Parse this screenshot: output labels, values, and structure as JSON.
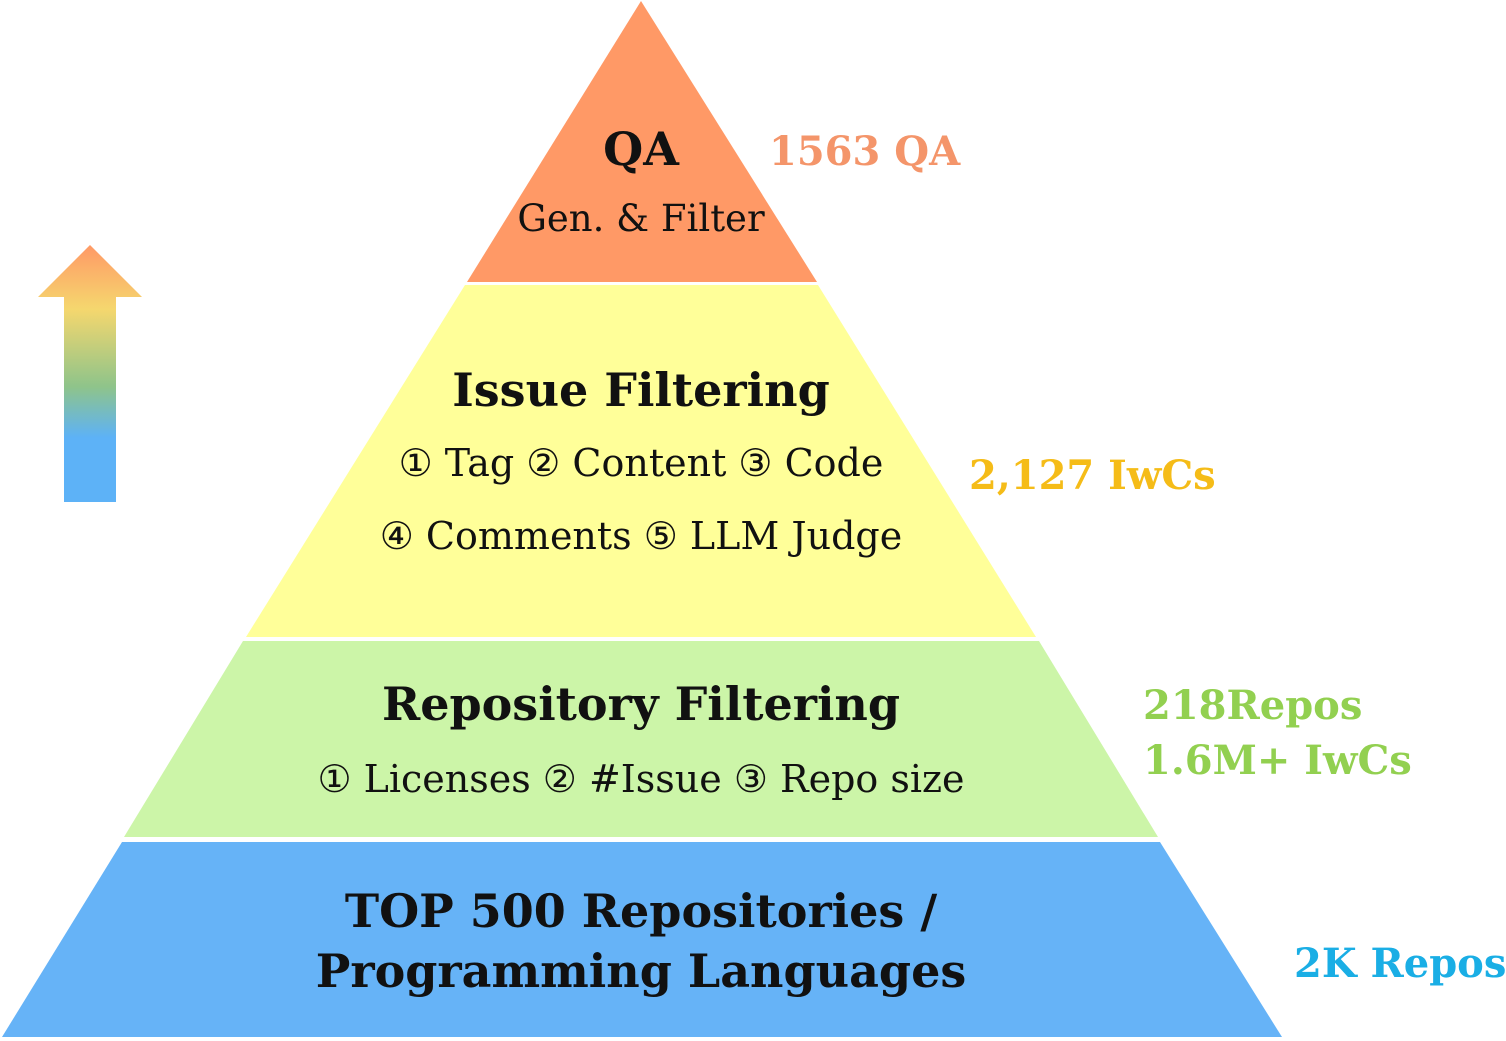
{
  "colors": {
    "qa": "#FF9966",
    "issue": "#FFFF99",
    "repo": "#CCF5A8",
    "base": "#66B3F7",
    "label_qa": "#F4956A",
    "label_issue": "#F5BC18",
    "label_repo": "#92D050",
    "label_base": "#1AAEE5",
    "arrow_top": "#FF9966",
    "arrow_mid_yellow": "#F5D76E",
    "arrow_mid_green": "#8FC48A",
    "arrow_bottom": "#5DB2F7"
  },
  "levels": {
    "qa": {
      "title": "QA",
      "line1": "Gen. & Filter",
      "count": "1563 QA"
    },
    "issue": {
      "title": "Issue Filtering",
      "line1": "① Tag ② Content ③ Code",
      "line2": "④ Comments ⑤ LLM Judge",
      "count": "2,127 IwCs"
    },
    "repo": {
      "title": "Repository Filtering",
      "line1": "① Licenses ② #Issue ③ Repo size",
      "count_line1": "218Repos",
      "count_line2": "1.6M+  IwCs"
    },
    "base": {
      "title_line1": "TOP 500 Repositories /",
      "title_line2": "Programming Languages",
      "count": "2K Repos"
    }
  }
}
